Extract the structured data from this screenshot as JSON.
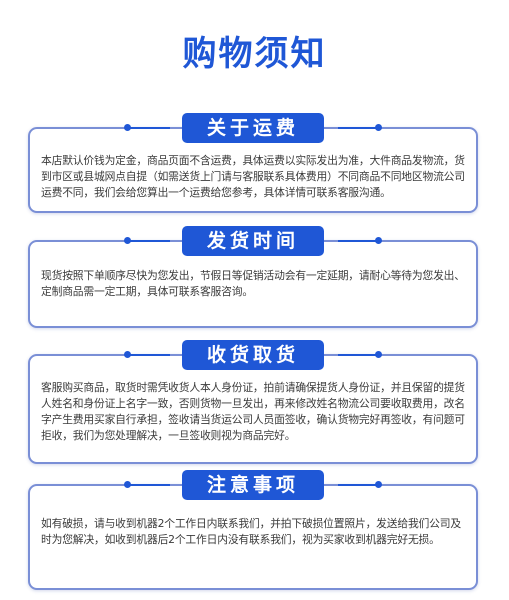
{
  "page": {
    "title": "购物须知"
  },
  "sections": [
    {
      "heading": "关于运费",
      "text": "本店默认价钱为定金，商品页面不含运费，具体运费以实际发出为准，大件商品发物流，货到市区或县城网点自提（如需送货上门请与客服联系具体费用）不同商品不同地区物流公司运费不同，我们会给您算出一个运费给您参考，具体详情可联系客服沟通。"
    },
    {
      "heading": "发货时间",
      "text": "现货按照下单顺序尽快为您发出，节假日等促销活动会有一定延期，请耐心等待为您发出、定制商品需一定工期，具体可联系客服咨询。"
    },
    {
      "heading": "收货取货",
      "text": "客服购买商品，取货时需凭收货人本人身份证，拍前请确保提货人身份证，并且保留的提货人姓名和身份证上名字一致，否则货物一旦发出，再来修改姓名物流公司要收取费用，改名字产生费用买家自行承担，签收请当货运公司人员面签收，确认货物完好再签收，有问题可拒收，我们为您处理解决，一旦签收则视为商品完好。"
    },
    {
      "heading": "注意事项",
      "text": "如有破损，请与收到机器2个工作日内联系我们，并拍下破损位置照片，发送给我们公司及时为您解决，如收到机器后2个工作日内没有联系我们，视为买家收到机器完好无损。"
    }
  ]
}
